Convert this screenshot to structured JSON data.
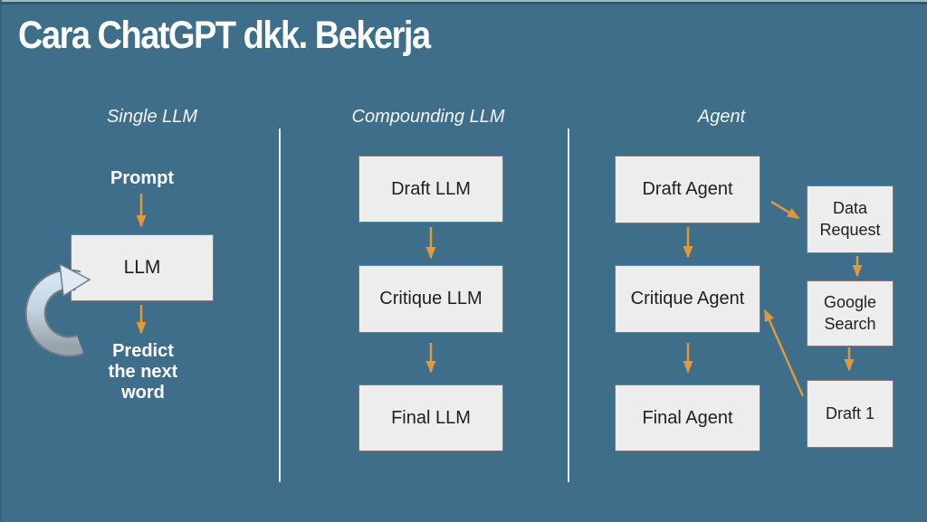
{
  "title": "Cara ChatGPT dkk. Bekerja",
  "colors": {
    "background": "#3f6e8b",
    "box_fill": "#ededed",
    "box_border": "#7d7d7d",
    "arrow_orange": "#e0993c",
    "divider": "#e9eef2",
    "loop_arrow_light": "#d6e4f0",
    "loop_arrow_dark": "#98a2ab",
    "title_text": "#ffffff",
    "box_text": "#1f1f1f"
  },
  "single_llm": {
    "header": "Single LLM",
    "input_label": "Prompt",
    "box_label": "LLM",
    "output_label": "Predict the next word"
  },
  "compounding_llm": {
    "header": "Compounding LLM",
    "boxes": [
      "Draft LLM",
      "Critique LLM",
      "Final LLM"
    ]
  },
  "agent": {
    "header": "Agent",
    "boxes": [
      "Draft Agent",
      "Critique Agent",
      "Final Agent"
    ],
    "side_boxes": [
      "Data Request",
      "Google Search",
      "Draft 1"
    ]
  }
}
